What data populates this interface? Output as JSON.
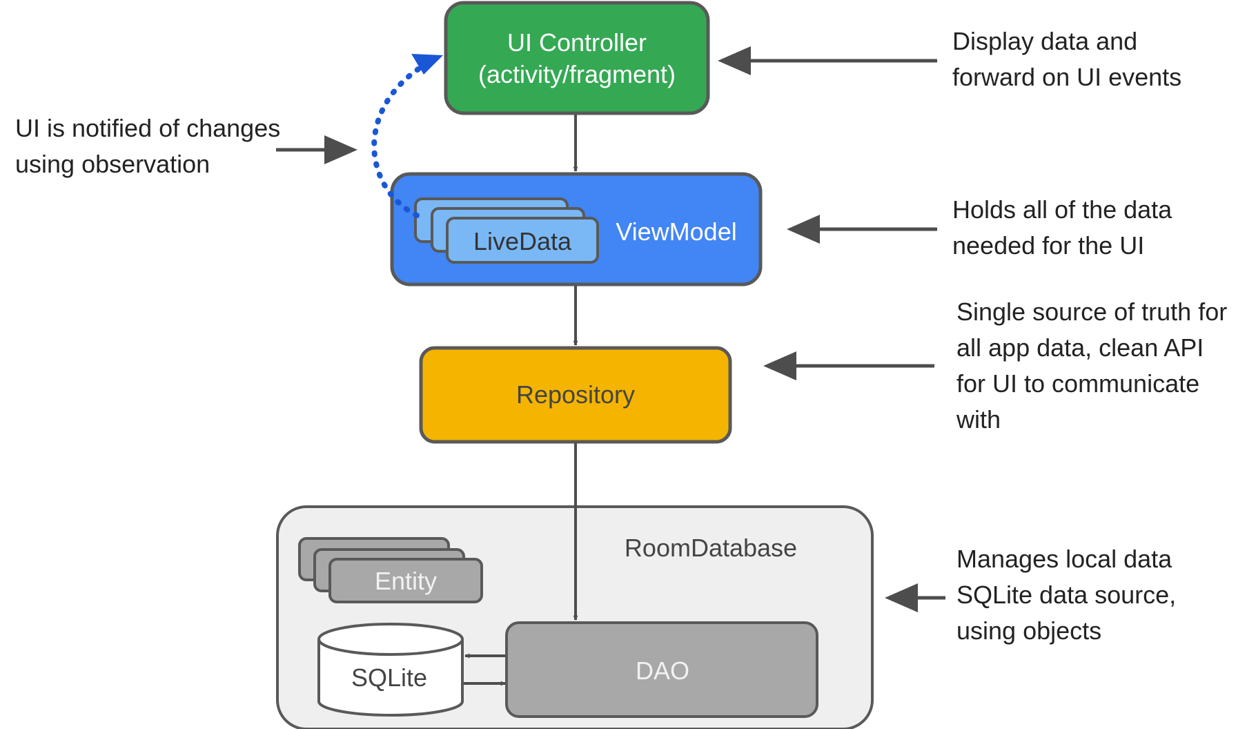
{
  "colors": {
    "outline": "#595959",
    "ui_controller_fill": "#34a853",
    "viewmodel_fill": "#4285f4",
    "livedata_fill": "#7ab8f5",
    "repository_fill": "#f4b400",
    "room_fill": "#efefef",
    "entity_fill": "#a8a8a8",
    "dao_fill": "#a8a8a8",
    "observe_arrow": "#1a57d6",
    "arrow": "#4d4d4d"
  },
  "nodes": {
    "ui_controller": {
      "line1": "UI Controller",
      "line2": "(activity/fragment)"
    },
    "viewmodel": {
      "label": "ViewModel"
    },
    "livedata": {
      "label": "LiveData"
    },
    "repository": {
      "label": "Repository"
    },
    "room_database": {
      "label": "RoomDatabase"
    },
    "entity": {
      "label": "Entity"
    },
    "sqlite": {
      "label": "SQLite"
    },
    "dao": {
      "label": "DAO"
    }
  },
  "annotations": {
    "observation": [
      "UI is notified of changes",
      "using observation"
    ],
    "ui_controller": [
      "Display data and",
      "forward on UI events"
    ],
    "viewmodel": [
      "Holds all of the data",
      "needed for the UI"
    ],
    "repository": [
      "Single source of truth for",
      "all app data, clean API",
      "for UI to communicate",
      "with"
    ],
    "room": [
      "Manages local data",
      "SQLite data source,",
      "using objects"
    ]
  }
}
